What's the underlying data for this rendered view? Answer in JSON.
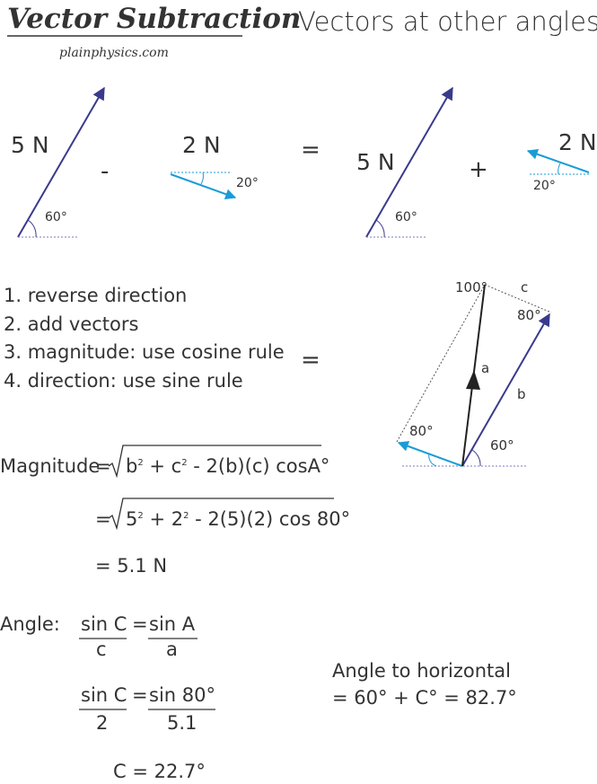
{
  "title": "Vector Subtraction",
  "site": "plainphysics.com",
  "heading": "Vectors at other angles",
  "top": {
    "v1_mag": "5 N",
    "v1_angle": "60°",
    "minus": "-",
    "v2_mag": "2 N",
    "v2_angle": "20°",
    "equals": "=",
    "v3_mag": "5 N",
    "v3_angle": "60°",
    "plus": "+",
    "v4_mag": "2 N",
    "v4_angle": "20°"
  },
  "steps": [
    "1.  reverse direction",
    "2. add vectors",
    "3. magnitude: use cosine rule",
    "4. direction: use sine rule"
  ],
  "mid_equals": "=",
  "triangle": {
    "angle_top": "100°",
    "label_c": "c",
    "angle_right": "80°",
    "label_a": "a",
    "label_b": "b",
    "angle_left": "80°",
    "angle_bottom": "60°"
  },
  "magnitude": {
    "label": "Magnitude",
    "eq1": "=",
    "formula_b": "b",
    "formula_plus_c": "+ c",
    "formula_rest": "- 2(b)(c) cosA°",
    "eq2": "=",
    "sub_5": "5",
    "sub_plus_2": "+ 2",
    "sub_rest": "- 2(5)(2) cos 80°",
    "exp": "2",
    "result": "= 5.1 N"
  },
  "angle": {
    "label": "Angle:",
    "f1_num_left": "sin C",
    "f1_den_left": "c",
    "f1_eq": "=",
    "f1_num_right": "sin A",
    "f1_den_right": "a",
    "f2_num_left": "sin C",
    "f2_den_left": "2",
    "f2_eq": "=",
    "f2_num_right": "sin 80°",
    "f2_den_right": "5.1",
    "result": "C = 22.7°"
  },
  "horizontal": {
    "label": "Angle to horizontal",
    "value": "= 60° + C° = 82.7°"
  },
  "colors": {
    "navy": "#3a3a8c",
    "cyan": "#1a9bd7",
    "dark": "#333333",
    "dotted": "#7a7ac8"
  }
}
